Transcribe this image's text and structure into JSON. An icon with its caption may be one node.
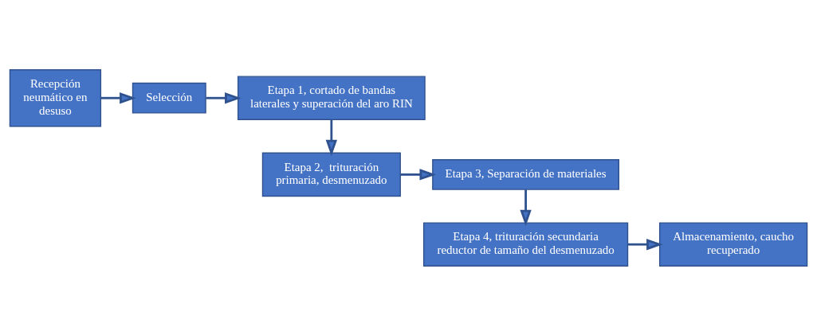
{
  "diagram": {
    "nodes": [
      {
        "text": [
          "Recepción neumático en desuso"
        ]
      },
      {
        "text": [
          "Selección"
        ]
      },
      {
        "text": [
          "Etapa 1, cortado de bandas laterales y superación del aro RIN"
        ]
      },
      {
        "text": [
          "Etapa 2,  trituración primaria, desmenuzado"
        ]
      },
      {
        "text": [
          "Etapa 3, Separación de materiales"
        ]
      },
      {
        "text": [
          "Etapa 4, trituración secundaria reductor de tamaño del desmenuzado"
        ]
      },
      {
        "text": [
          "Almacenamiento, caucho recuperado"
        ]
      }
    ],
    "edges": [
      {
        "from": 0,
        "to": 1,
        "arrow": "to"
      },
      {
        "from": 1,
        "to": 2,
        "arrow": "to"
      },
      {
        "from": 2,
        "to": 3,
        "arrow": "to"
      },
      {
        "from": 3,
        "to": 4,
        "arrow": "to"
      },
      {
        "from": 4,
        "to": 5,
        "arrow": "to"
      },
      {
        "from": 5,
        "to": 6,
        "arrow": "to"
      }
    ]
  }
}
